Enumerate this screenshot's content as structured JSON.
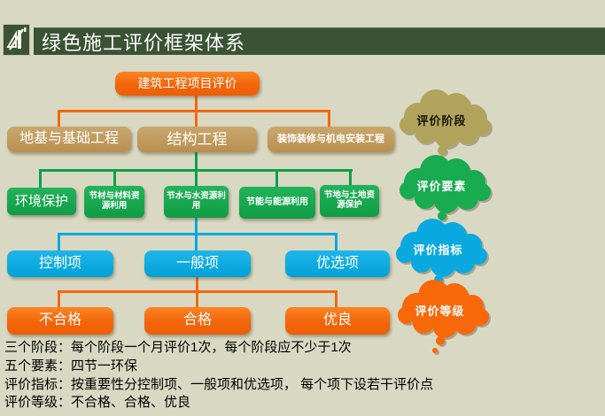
{
  "header": {
    "title": "绿色施工评价框架体系"
  },
  "diagram": {
    "root": {
      "label": "建筑工程项目评价"
    },
    "stages": [
      {
        "label": "地基与基础工程"
      },
      {
        "label": "结构工程"
      },
      {
        "label": "装饰装修与机电安装工程"
      }
    ],
    "elements": [
      {
        "label": "环境保护"
      },
      {
        "label": "节材与材料资源利用"
      },
      {
        "label": "节水与水资源利用"
      },
      {
        "label": "节能与能源利用"
      },
      {
        "label": "节地与土地资源保护"
      }
    ],
    "indicators": [
      {
        "label": "控制项"
      },
      {
        "label": "一般项"
      },
      {
        "label": "优选项"
      }
    ],
    "grades": [
      {
        "label": "不合格"
      },
      {
        "label": "合格"
      },
      {
        "label": "优良"
      }
    ],
    "callouts": [
      {
        "label": "评价阶段",
        "color": "#b2a35c"
      },
      {
        "label": "评价要素",
        "color": "#18ab4f"
      },
      {
        "label": "评价指标",
        "color": "#09a9e0"
      },
      {
        "label": "评价等级",
        "color": "#f7680a"
      }
    ]
  },
  "notes": {
    "lines": [
      "三个阶段：每个阶段一个月评价1次，每个阶段应不少于1次",
      "五个要素：四节一环保",
      "评价指标：按重要性分控制项、一般项和优选项， 每个项下设若干评价点",
      "评价等级：不合格、合格、优良"
    ]
  },
  "colors": {
    "background": "#d9d8c3",
    "header_green": "#3a5334",
    "orange": "#f4690a",
    "tan": "#bf9a5c",
    "green": "#13a84e",
    "blue": "#00a9e0"
  }
}
